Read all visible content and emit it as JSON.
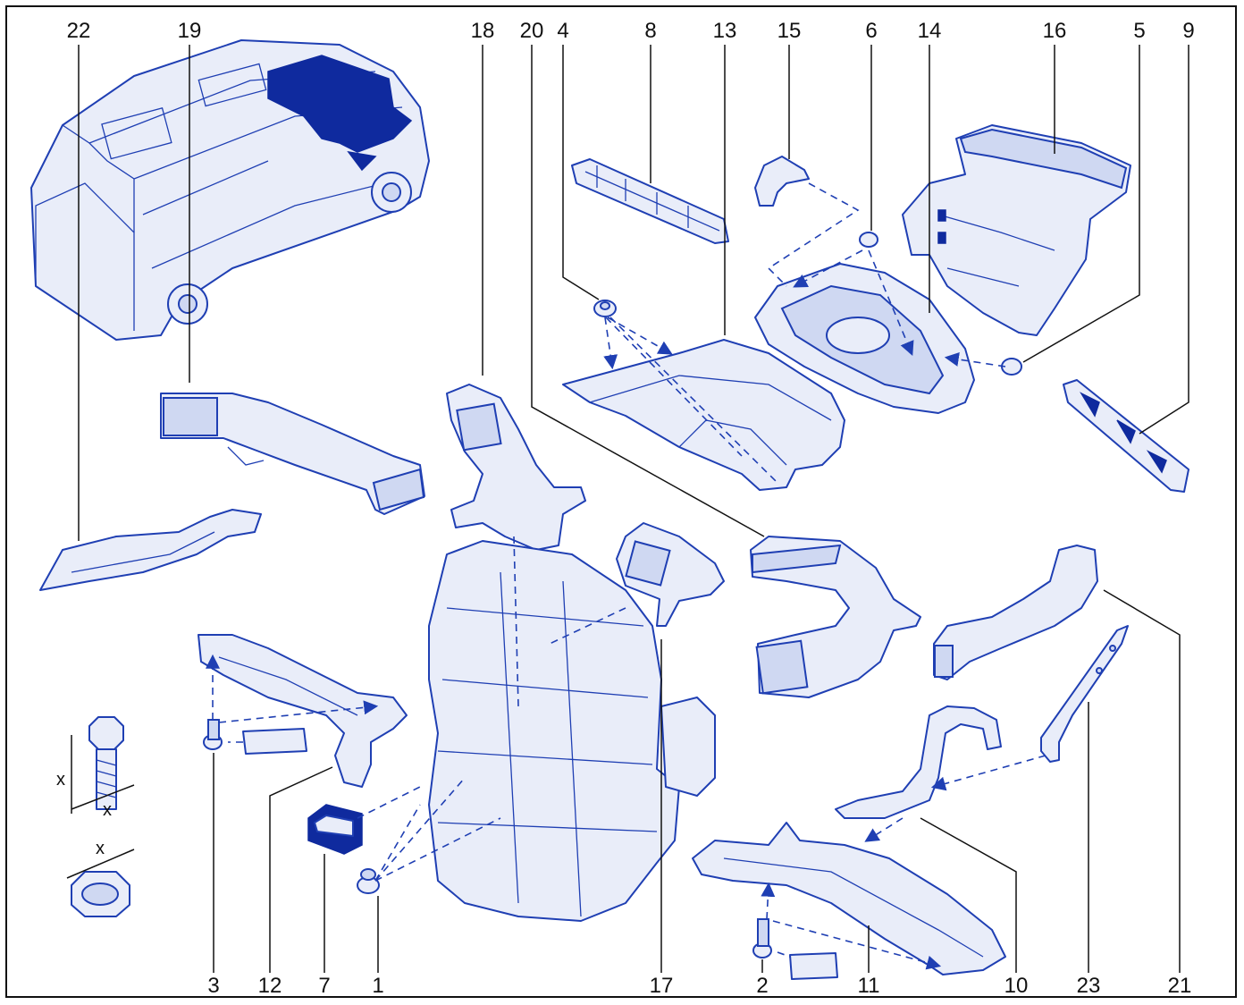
{
  "callouts": [
    "22",
    "19",
    "18",
    "20",
    "4",
    "8",
    "13",
    "15",
    "6",
    "14",
    "16",
    "5",
    "9",
    "3",
    "12",
    "7",
    "1",
    "17",
    "2",
    "11",
    "10",
    "23",
    "21"
  ],
  "dimension_marks": [
    "x",
    "x",
    "x"
  ],
  "colors": {
    "line": "#1f3fb3",
    "fill": "#e9edf9",
    "accent": "#0f2a9e",
    "text": "#111111"
  }
}
